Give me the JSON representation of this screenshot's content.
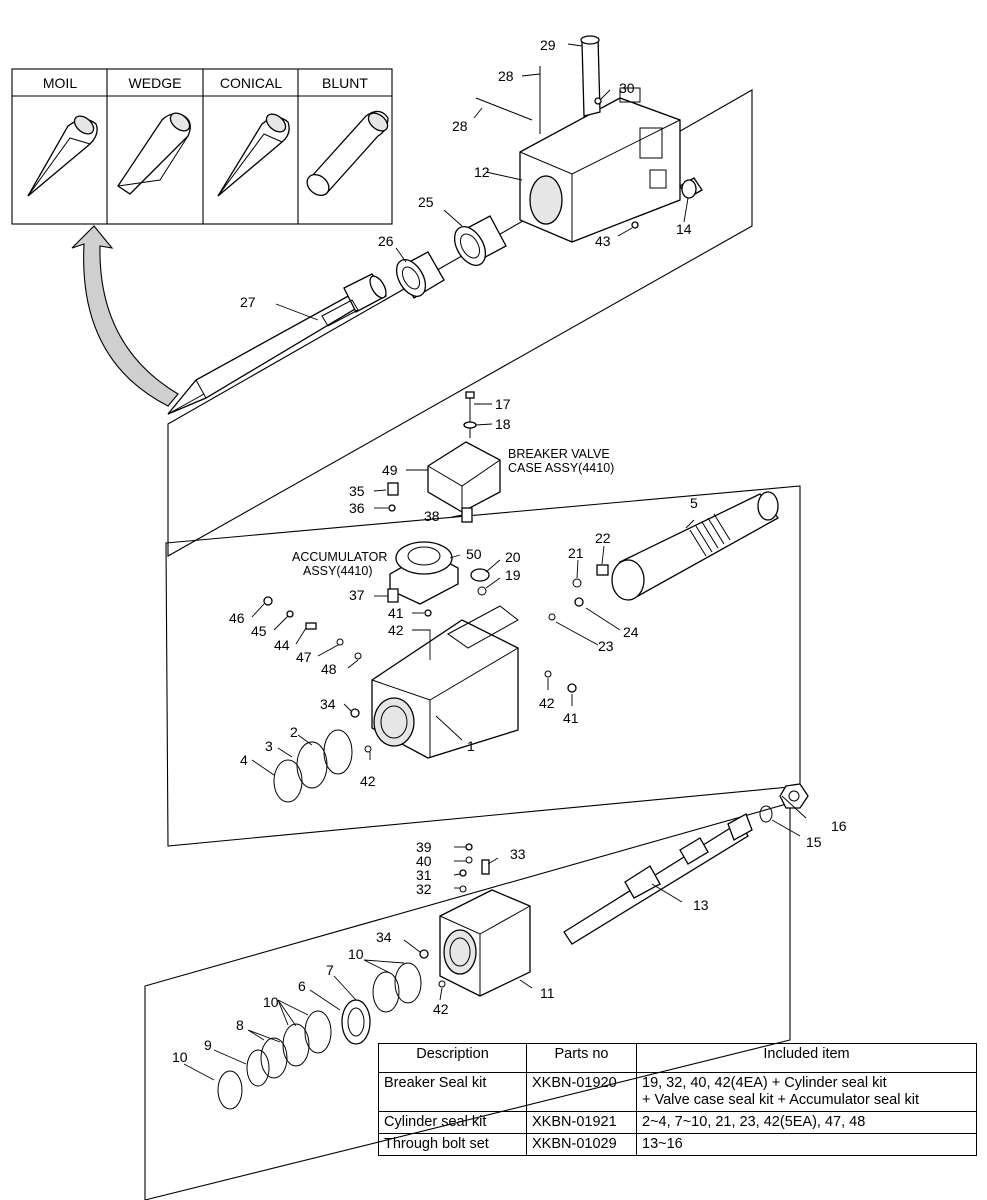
{
  "tip_types": [
    "MOIL",
    "WEDGE",
    "CONICAL",
    "BLUNT"
  ],
  "labels": {
    "valve_case": [
      "BREAKER VALVE",
      "CASE ASSY(4410)"
    ],
    "accumulator": [
      "ACCUMULATOR",
      "ASSY(4410)"
    ]
  },
  "part_numbers": {
    "p1": "1",
    "p2": "2",
    "p3": "3",
    "p4": "4",
    "p5": "5",
    "p6": "6",
    "p7": "7",
    "p8": "8",
    "p9": "9",
    "p10a": "10",
    "p10b": "10",
    "p10c": "10",
    "p11": "11",
    "p12": "12",
    "p13": "13",
    "p14": "14",
    "p15": "15",
    "p16": "16",
    "p17": "17",
    "p18": "18",
    "p19": "19",
    "p20": "20",
    "p21": "21",
    "p22": "22",
    "p23": "23",
    "p24": "24",
    "p25": "25",
    "p26": "26",
    "p27": "27",
    "p28a": "28",
    "p28b": "28",
    "p29": "29",
    "p30": "30",
    "p31": "31",
    "p32": "32",
    "p33": "33",
    "p34a": "34",
    "p34b": "34",
    "p35": "35",
    "p36": "36",
    "p37": "37",
    "p38": "38",
    "p39": "39",
    "p40": "40",
    "p41a": "41",
    "p41b": "41",
    "p42a": "42",
    "p42b": "42",
    "p42c": "42",
    "p42d": "42",
    "p43": "43",
    "p44": "44",
    "p45": "45",
    "p46": "46",
    "p47": "47",
    "p48": "48",
    "p49": "49",
    "p50": "50"
  },
  "kit_table": {
    "headers": [
      "Description",
      "Parts no",
      "Included item"
    ],
    "rows": [
      {
        "description": "Breaker Seal kit",
        "parts_no": "XKBN-01920",
        "included": [
          "19, 32, 40, 42(4EA) + Cylinder seal kit",
          "+ Valve case seal kit + Accumulator seal kit"
        ]
      },
      {
        "description": "Cylinder seal kit",
        "parts_no": "XKBN-01921",
        "included": [
          "2~4, 7~10, 21, 23, 42(5EA), 47, 48"
        ]
      },
      {
        "description": "Through bolt set",
        "parts_no": "XKBN-01029",
        "included": [
          "13~16"
        ]
      }
    ]
  }
}
